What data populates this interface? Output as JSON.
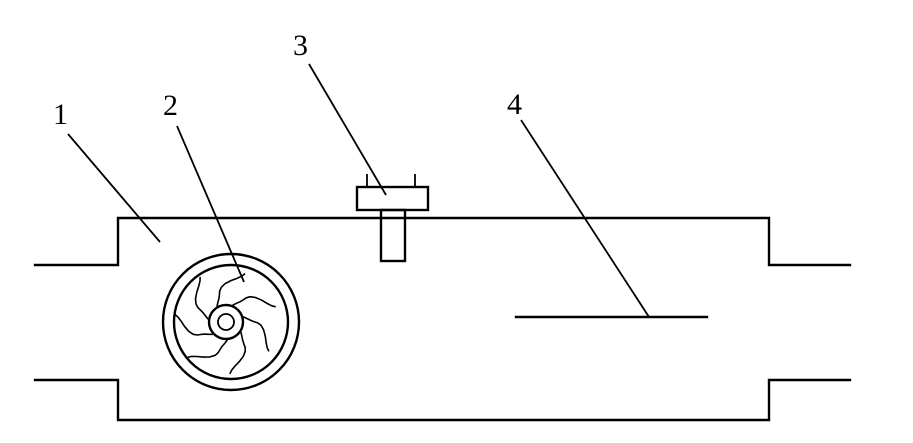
{
  "labels": {
    "housing": "1",
    "fan": "2",
    "sensor": "3",
    "plate": "4"
  },
  "colors": {
    "stroke": "#000000",
    "background": "#ffffff"
  }
}
